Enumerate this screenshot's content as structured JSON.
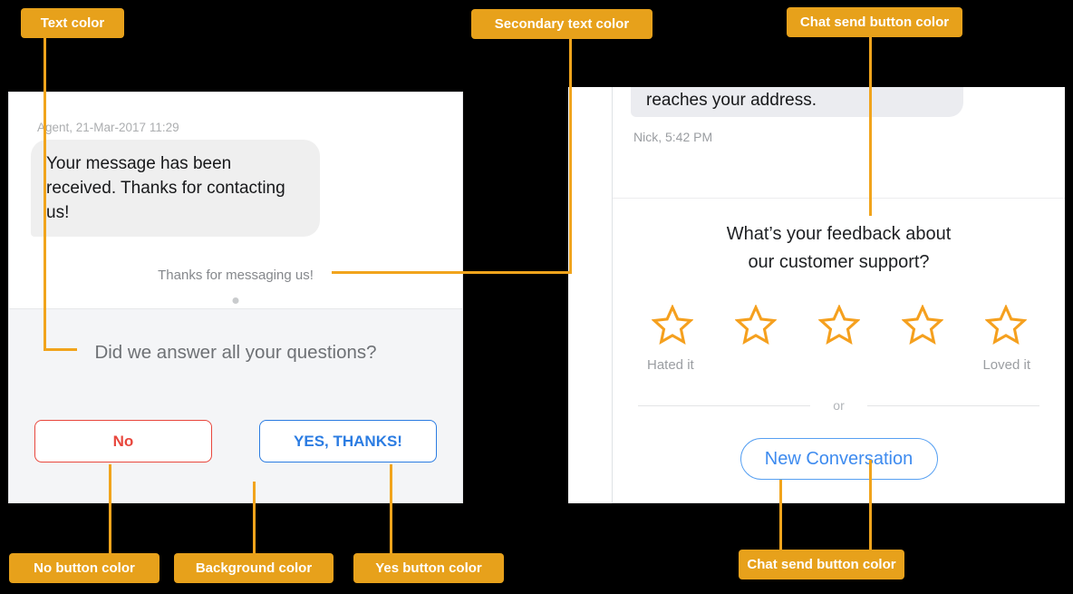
{
  "colors": {
    "annotation_bg": "#E7A11B",
    "leader_line": "#F1A41C",
    "text": "#17181A",
    "secondary_text": "#85888C",
    "no_button": "#E8473D",
    "yes_button": "#2B7CE2",
    "chat_send_button": "#3E8BEF",
    "background": "#F4F5F7",
    "star": "#F5A01E"
  },
  "annotations": {
    "text_color": "Text color",
    "secondary_text_color": "Secondary text color",
    "chat_send_button_top": "Chat send button color",
    "no_button": "No button color",
    "background": "Background color",
    "yes_button": "Yes button color",
    "chat_send_button_bottom": "Chat send button color"
  },
  "left_chat": {
    "timestamp": "Agent, 21-Mar-2017 11:29",
    "message": "Your message has been received. Thanks for contacting us!",
    "secondary_text": "Thanks for messaging us!",
    "question": "Did we answer all your questions?",
    "no_label": "No",
    "yes_label": "YES, THANKS!"
  },
  "right_chat": {
    "message": "reaches your address.",
    "timestamp": "Nick, 5:42 PM",
    "question_line1": "What’s your feedback about",
    "question_line2": "our customer support?",
    "rating": {
      "count": 5,
      "low_label": "Hated it",
      "high_label": "Loved it"
    },
    "divider_text": "or",
    "new_conversation_label": "New Conversation"
  }
}
